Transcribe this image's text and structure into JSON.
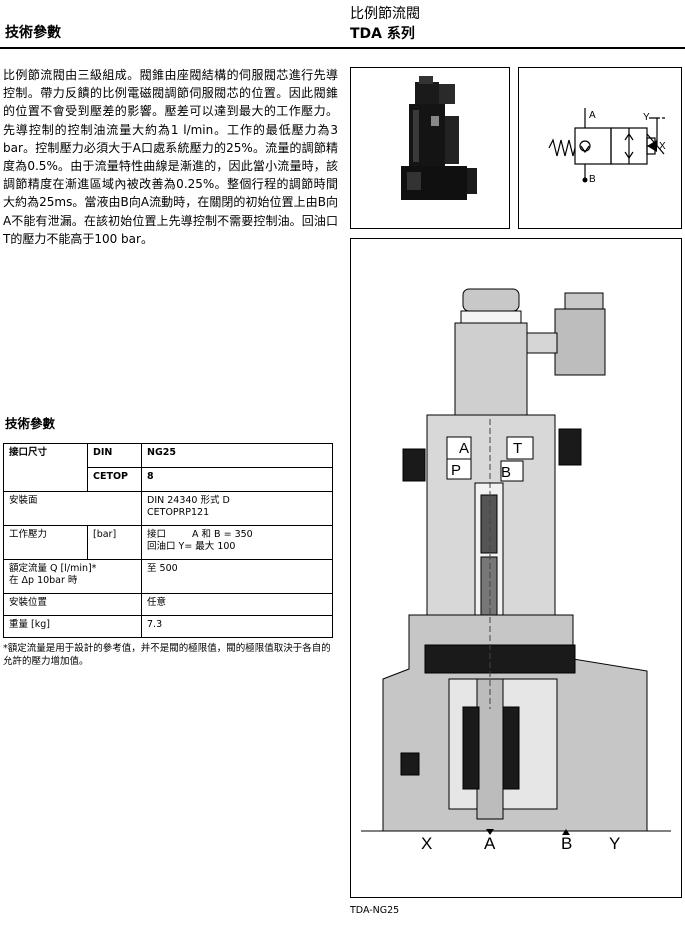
{
  "header": {
    "left_title": "技術參數",
    "right_title": "比例節流閥",
    "right_subtitle": "TDA 系列"
  },
  "description": "比例節流閥由三級組成。閥錐由座閥結構的伺服閥芯進行先導控制。帶力反饋的比例電磁閥調節伺服閥芯的位置。因此閥錐的位置不會受到壓差的影響。壓差可以達到最大的工作壓力。先導控制的控制油流量大約為1 l/min。工作的最低壓力為3 bar。控制壓力必須大于A口處系統壓力的25%。流量的調節精度為0.5%。由于流量特性曲線是漸進的，因此當小流量時，該調節精度在漸進區域內被改善為0.25%。整個行程的調節時間大約為25ms。當液由B向A流動時，在關閉的初始位置上由B向A不能有泄漏。在該初始位置上先導控制不需要控制油。回油口T的壓力不能高于100 bar。",
  "spec_section_title": "技術參數",
  "spec_table": {
    "port_size": {
      "label": "接口尺寸",
      "din_label": "DIN",
      "din_value": "NG25",
      "cetop_label": "CETOP",
      "cetop_value": "8"
    },
    "mounting_surface": {
      "label": "安裝面",
      "value1": "DIN 24340 形式 D",
      "value2": "CETOPRP121"
    },
    "operating_pressure": {
      "label": "工作壓力",
      "unit": "[bar]",
      "line1_port": "接口",
      "line1_value": "A 和 B = 350",
      "line2": "回油口 Y= 最大 100"
    },
    "rated_flow": {
      "label1": "額定流量 Q [l/min]*",
      "label2": "在 Δp 10bar 時",
      "value": "至 500"
    },
    "installation": {
      "label": "安裝位置",
      "value": "任意"
    },
    "weight": {
      "label": "重量 [kg]",
      "value": "7.3"
    }
  },
  "footnote": "*額定流量是用于設計的參考值，并不是閥的極限值，閥的極限值取決于各自的允許的壓力增加值。",
  "symbol_labels": {
    "a": "A",
    "b": "B",
    "y": "Y",
    "x": "X"
  },
  "section_labels": {
    "a": "A",
    "t": "T",
    "p": "P",
    "b": "B"
  },
  "port_labels": {
    "x": "X",
    "a": "A",
    "b": "B",
    "y": "Y"
  },
  "figure_caption": "TDA-NG25"
}
